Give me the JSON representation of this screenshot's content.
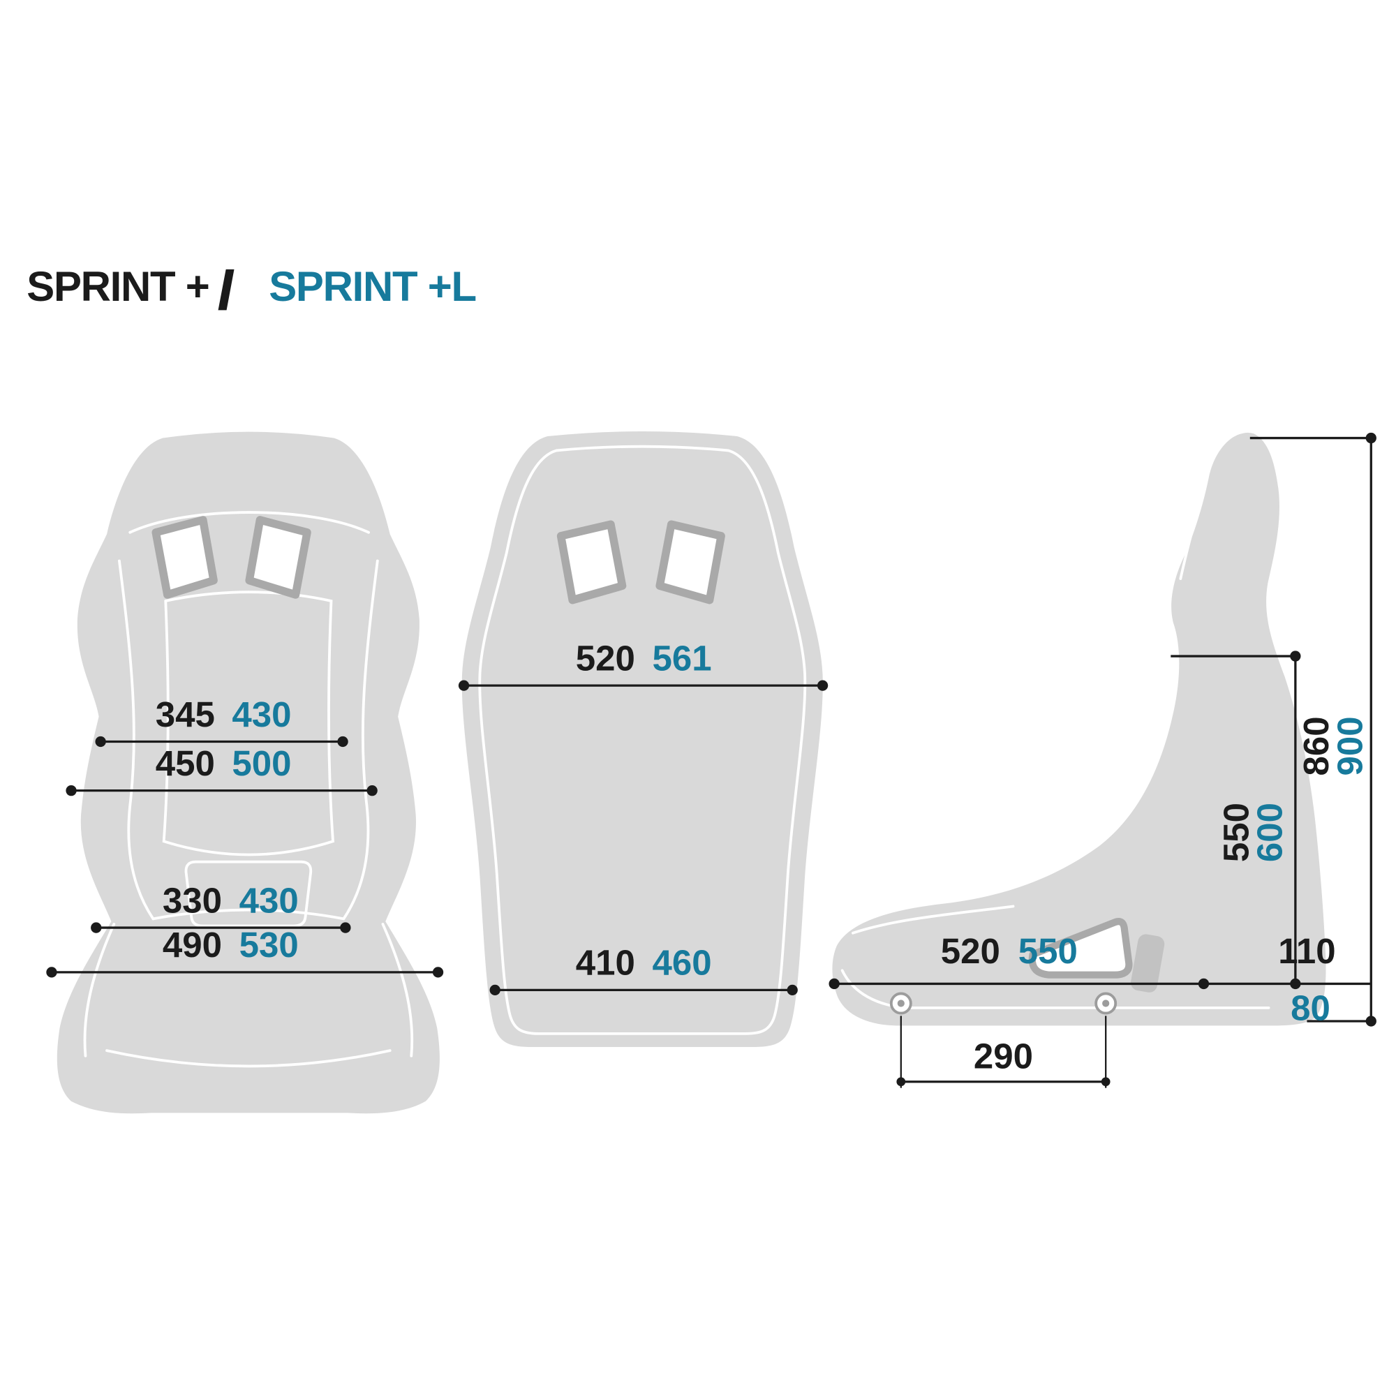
{
  "title": {
    "model_a": "SPRINT +",
    "separator": "/",
    "model_b": "SPRINT +L"
  },
  "colors": {
    "sprint_plus_text": "#1b1b1b",
    "sprint_plus_l_text": "#177a9c",
    "seat_fill": "#d9d9d9",
    "seat_contour": "#ffffff",
    "hole_outline": "#a9a9a9",
    "dimension_line": "#1b1b1b"
  },
  "front_view": {
    "upper_width_inner": {
      "sprint": "345",
      "sprint_l": "430"
    },
    "upper_width_outer": {
      "sprint": "450",
      "sprint_l": "500"
    },
    "lower_width_inner": {
      "sprint": "330",
      "sprint_l": "430"
    },
    "lower_width_outer": {
      "sprint": "490",
      "sprint_l": "530"
    }
  },
  "rear_view": {
    "shoulder_width": {
      "sprint": "520",
      "sprint_l": "561"
    },
    "base_width": {
      "sprint": "410",
      "sprint_l": "460"
    }
  },
  "side_view": {
    "overall_height": {
      "sprint": "860",
      "sprint_l": "900"
    },
    "backrest_height": {
      "sprint": "550",
      "sprint_l": "600"
    },
    "seat_depth": {
      "sprint": "520",
      "sprint_l": "550"
    },
    "mount_height": {
      "sprint": "110",
      "sprint_l": "80"
    },
    "mount_hole_spacing": {
      "sprint": "290"
    }
  }
}
